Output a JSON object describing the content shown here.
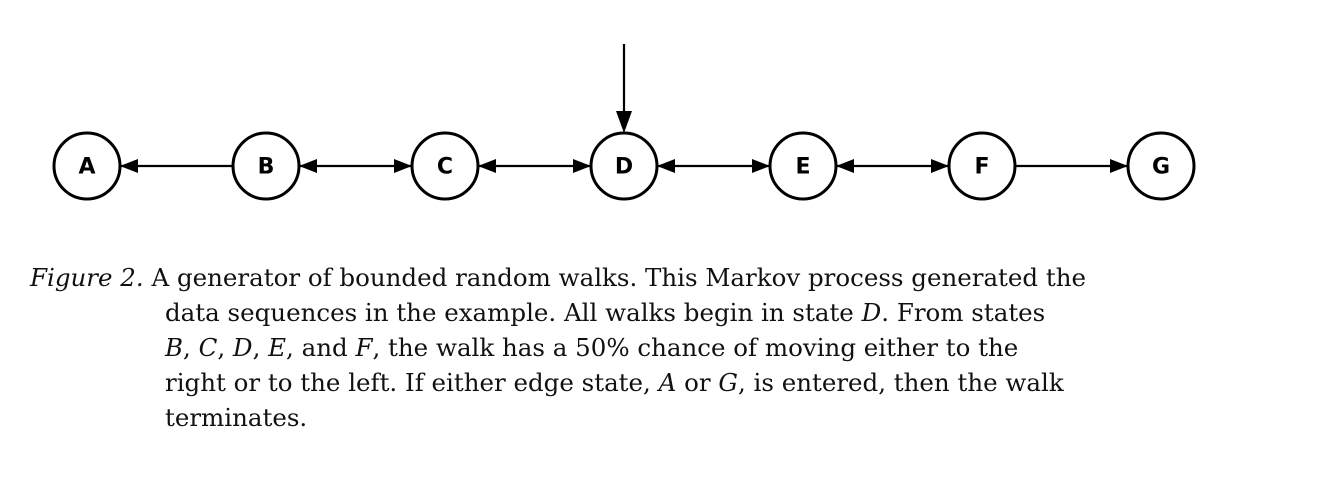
{
  "diagram": {
    "states": [
      "A",
      "B",
      "C",
      "D",
      "E",
      "F",
      "G"
    ],
    "start_state": "D",
    "edges": [
      {
        "from": "B",
        "to": "A"
      },
      {
        "from": "B",
        "to": "C"
      },
      {
        "from": "C",
        "to": "B"
      },
      {
        "from": "C",
        "to": "D"
      },
      {
        "from": "D",
        "to": "C"
      },
      {
        "from": "D",
        "to": "E"
      },
      {
        "from": "E",
        "to": "D"
      },
      {
        "from": "E",
        "to": "F"
      },
      {
        "from": "F",
        "to": "E"
      },
      {
        "from": "F",
        "to": "G"
      }
    ]
  },
  "caption": {
    "label": "Figure 2.",
    "line1": "A generator of bounded random walks. This Markov process generated the",
    "line2_a": "data sequences in the example. All walks begin in state ",
    "line2_b": "D",
    "line2_c": ". From states",
    "line3_b": "B",
    "line3_sep1": ", ",
    "line3_c": "C",
    "line3_sep2": ", ",
    "line3_d": "D",
    "line3_sep3": ", ",
    "line3_e": "E",
    "line3_sep4": ", and ",
    "line3_f": "F",
    "line3_rest": ", the walk has a 50% chance of moving either to the",
    "line4_a": "right or to the left. If either edge state, ",
    "line4_b": "A",
    "line4_c": " or ",
    "line4_d": "G",
    "line4_e": ", is entered, then the walk",
    "line5": "terminates."
  }
}
